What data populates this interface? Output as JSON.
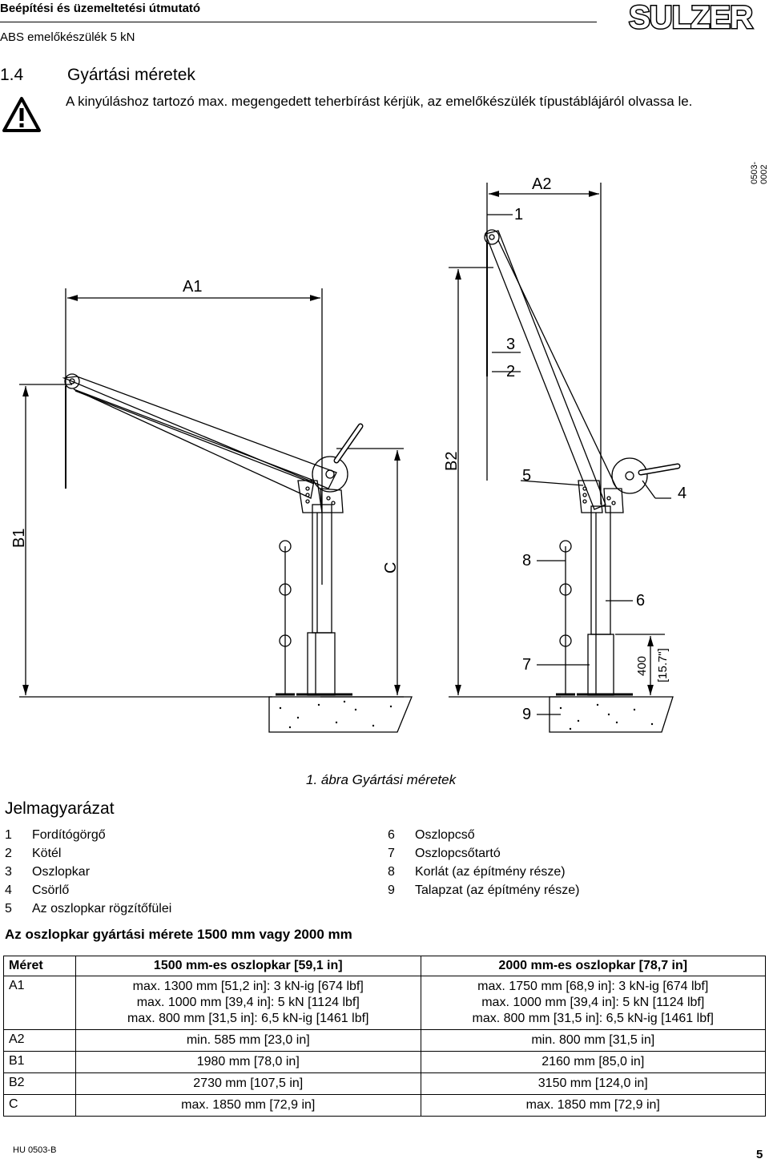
{
  "header": {
    "title": "Beépítési és üzemeltetési útmutató",
    "subtitle": "ABS emelőkészülék 5 kN",
    "brand": "SULZER"
  },
  "section": {
    "number": "1.4",
    "title": "Gyártási méretek",
    "warning": "A kinyúláshoz tartozó max. megengedett teherbírást kérjük, az emelőkészülék típustáblájáról olvassa le."
  },
  "figure": {
    "id": "0503-0002",
    "caption": "1. ábra Gyártási méretek",
    "labels": {
      "a1": "A1",
      "a2": "A2",
      "b1": "B1",
      "b2": "B2",
      "c": "C",
      "n1": "1",
      "n2": "2",
      "n3": "3",
      "n4": "4",
      "n5": "5",
      "n6": "6",
      "n7": "7",
      "n8": "8",
      "n9": "9",
      "h400": "400",
      "h157": "[15.7\"]"
    }
  },
  "legend": {
    "title": "Jelmagyarázat",
    "left": [
      {
        "n": "1",
        "t": "Fordítógörgő"
      },
      {
        "n": "2",
        "t": "Kötél"
      },
      {
        "n": "3",
        "t": "Oszlopkar"
      },
      {
        "n": "4",
        "t": "Csörlő"
      },
      {
        "n": "5",
        "t": "Az oszlopkar rögzítőfülei"
      }
    ],
    "right": [
      {
        "n": "6",
        "t": "Oszlopcső"
      },
      {
        "n": "7",
        "t": "Oszlopcsőtartó"
      },
      {
        "n": "8",
        "t": "Korlát (az építmény része)"
      },
      {
        "n": "9",
        "t": "Talapzat (az építmény része)"
      }
    ]
  },
  "dims": {
    "subtitle": "Az oszlopkar gyártási mérete 1500 mm vagy 2000 mm",
    "headers": [
      "Méret",
      "1500 mm-es oszlopkar [59,1 in]",
      "2000 mm-es oszlopkar [78,7 in]"
    ],
    "rows": [
      {
        "label": "A1",
        "c1": [
          "max. 1300 mm [51,2 in]: 3 kN-ig [674 lbf]",
          "max. 1000 mm [39,4 in]: 5 kN [1124 lbf]",
          "max. 800 mm [31,5 in]: 6,5 kN-ig [1461 lbf]"
        ],
        "c2": [
          "max. 1750 mm [68,9 in]: 3 kN-ig [674 lbf]",
          "max. 1000 mm [39,4 in]: 5 kN [1124 lbf]",
          "max. 800 mm [31,5 in]: 6,5 kN-ig [1461 lbf]"
        ]
      },
      {
        "label": "A2",
        "c1": [
          "min. 585 mm [23,0 in]"
        ],
        "c2": [
          "min. 800 mm [31,5 in]"
        ]
      },
      {
        "label": "B1",
        "c1": [
          "1980 mm [78,0 in]"
        ],
        "c2": [
          "2160 mm [85,0 in]"
        ]
      },
      {
        "label": "B2",
        "c1": [
          "2730 mm [107,5 in]"
        ],
        "c2": [
          "3150 mm [124,0 in]"
        ]
      },
      {
        "label": "C",
        "c1": [
          "max. 1850 mm [72,9 in]"
        ],
        "c2": [
          "max. 1850 mm [72,9 in]"
        ]
      }
    ]
  },
  "footer": {
    "code": "HU 0503-B",
    "page": "5"
  }
}
